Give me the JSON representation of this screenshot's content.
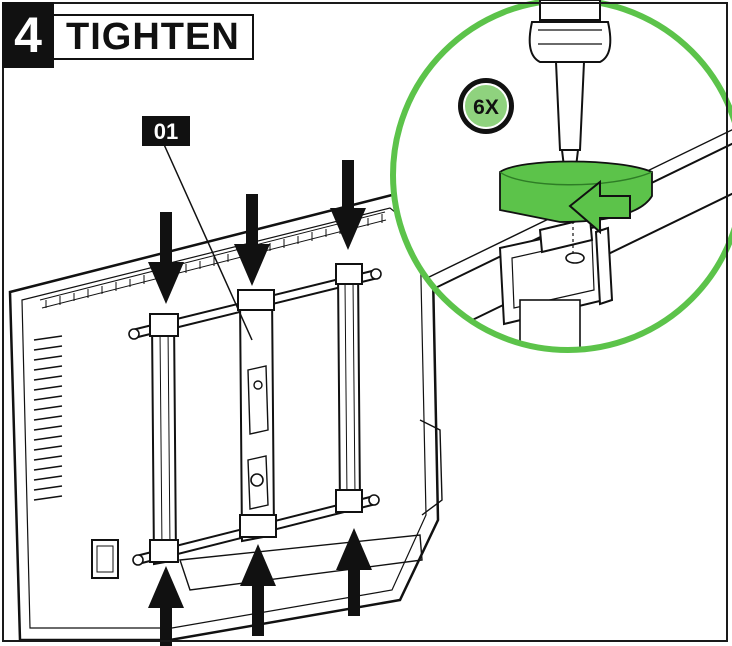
{
  "step": {
    "number": "4",
    "title": "TIGHTEN"
  },
  "part_label": "01",
  "detail": {
    "count_label": "6X"
  },
  "colors": {
    "accent_green": "#5cc34a",
    "ink": "#111111",
    "paper": "#ffffff"
  },
  "icons": {
    "rotation": "clockwise-rotation-arrow",
    "tool": "screwdriver"
  }
}
